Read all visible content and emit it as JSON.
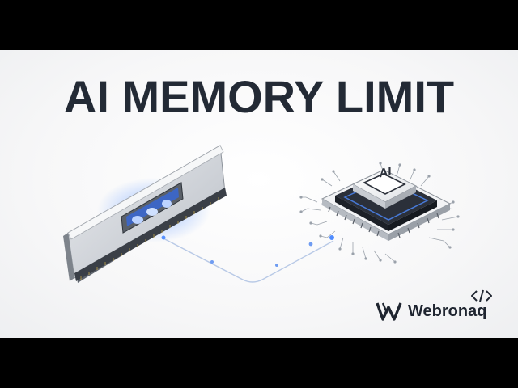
{
  "title": "AI MEMORY LIMIT",
  "chip": {
    "label": "AI"
  },
  "brand": {
    "name": "Webronaq"
  },
  "icons": {
    "memory_module": "ram-stick-icon",
    "processor": "ai-chip-icon",
    "code": "code-brackets-icon",
    "logo": "w-logo-icon"
  },
  "colors": {
    "title": "#232a35",
    "glow": "#4f8cff",
    "chip_dark": "#2b303a"
  }
}
